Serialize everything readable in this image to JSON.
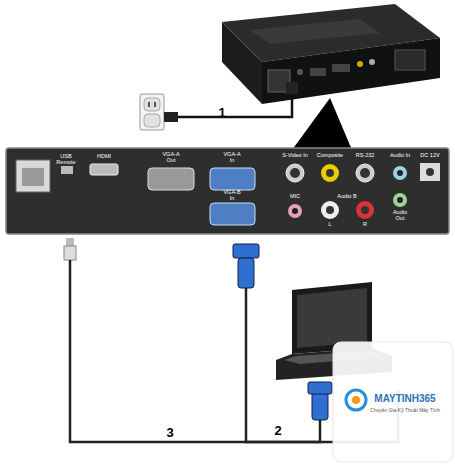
{
  "diagram": {
    "labels": [
      "1",
      "USB Remote",
      "HDMI",
      "VGA-A Out",
      "VGA-A In",
      "VGA-B In",
      "S-Video In",
      "Composite",
      "RS-232",
      "Audio In",
      "DC 12V",
      "MIC",
      "Audio B",
      "L",
      "R",
      "Audio Out",
      "2",
      "3",
      "MAYTINH365",
      "Chuyên Gia Kỹ Thuật Máy Tính"
    ]
  }
}
